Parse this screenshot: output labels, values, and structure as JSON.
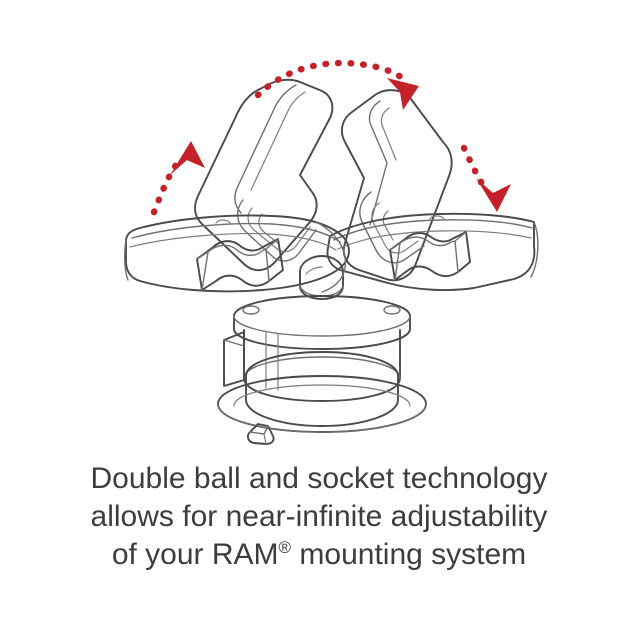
{
  "caption": {
    "line1": "Double ball and socket technology",
    "line2": "allows for near-infinite adjustability",
    "line3_before": "of your RAM",
    "line3_registered": "®",
    "line3_after": " mounting system"
  },
  "colors": {
    "background": "#ffffff",
    "text": "#3d3d3d",
    "arrow_red": "#c42229",
    "outline": "#4a4a4a",
    "arm_dark_gray": "#8e9192",
    "arm_mid_gray": "#c7c9c9",
    "arm_light_gray": "#eef0f0",
    "arm_white": "#fcfcfc",
    "knob_dark": "#9fa2a3",
    "ball_dark": "#8b8e8f"
  },
  "illustration": {
    "title": "RAM double ball and socket suction cup mount",
    "parts": [
      {
        "name": "suction-cup-base",
        "label": "Suction cup base"
      },
      {
        "name": "twist-lock-lever",
        "label": "Twist lock lever"
      },
      {
        "name": "base-ball",
        "label": "Base ball"
      },
      {
        "name": "double-socket-arm-left-horizontal",
        "label": "Double socket arm (left, horizontal position)"
      },
      {
        "name": "double-socket-arm-right-horizontal",
        "label": "Double socket arm (right, horizontal position)"
      },
      {
        "name": "double-socket-arm-left-raised",
        "label": "Double socket arm (left, raised position)"
      },
      {
        "name": "double-socket-arm-right-raised",
        "label": "Double socket arm (right, raised position)"
      },
      {
        "name": "tightening-knob-left",
        "label": "Tightening knob (left)"
      },
      {
        "name": "tightening-knob-right",
        "label": "Tightening knob (right)"
      }
    ],
    "motion_arrows": [
      {
        "name": "arrow-top-sweep",
        "label": "Arc rotation arrow across the top",
        "direction": "left-to-right"
      },
      {
        "name": "arrow-left-up",
        "label": "Upward motion arrow on the left",
        "direction": "up"
      },
      {
        "name": "arrow-right-down",
        "label": "Downward motion arrow on the right",
        "direction": "down"
      }
    ]
  }
}
